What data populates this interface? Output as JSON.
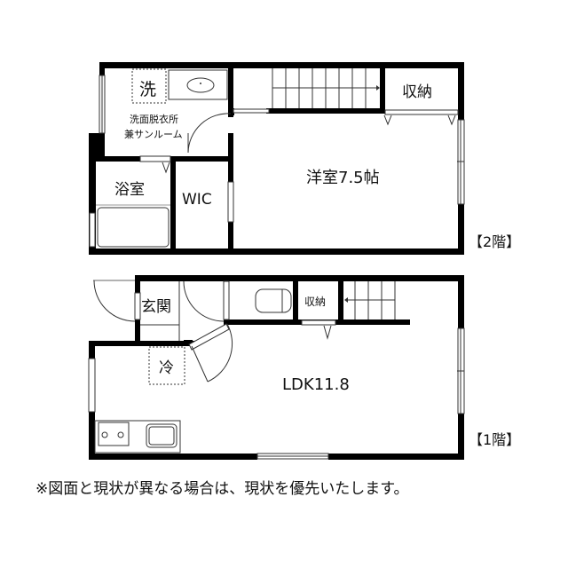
{
  "floor2": {
    "label": "【2階】",
    "rooms": {
      "washroom_line1": "洗面脱衣所",
      "washroom_line2": "兼サンルーム",
      "washer": "洗",
      "bath": "浴室",
      "wic": "WIC",
      "storage": "収納",
      "western_room": "洋室7.5帖"
    }
  },
  "floor1": {
    "label": "【1階】",
    "rooms": {
      "entrance": "玄関",
      "fridge": "冷",
      "storage": "収納",
      "ldk": "LDK11.8"
    }
  },
  "note": "※図面と現状が異なる場合は、現状を優先いたします。",
  "colors": {
    "wall": "#000000",
    "line": "#333333",
    "background": "#ffffff"
  }
}
